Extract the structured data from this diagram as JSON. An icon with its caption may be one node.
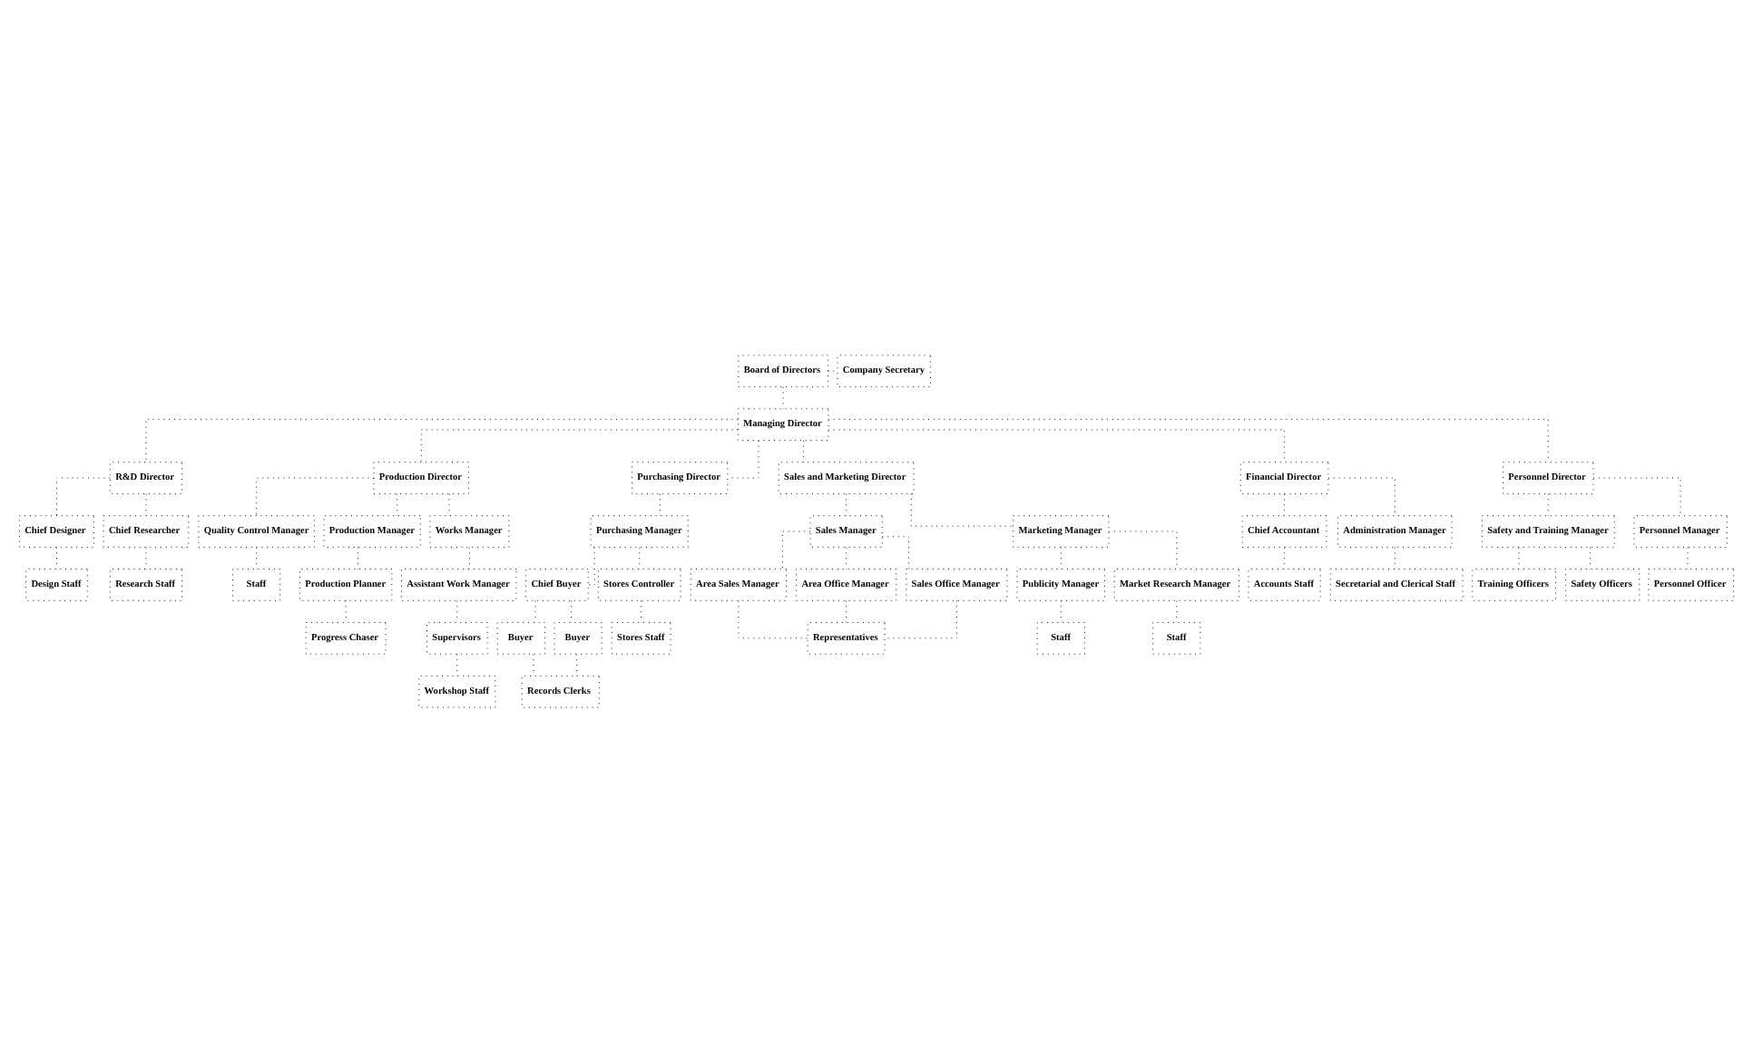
{
  "diagram": {
    "nodes": [
      {
        "text": [
          "Board of Directors"
        ]
      },
      {
        "text": [
          "Company Secretary"
        ]
      },
      {
        "text": [
          "Managing Director"
        ]
      },
      {
        "text": [
          "R&D Director"
        ]
      },
      {
        "text": [
          "Production Director"
        ]
      },
      {
        "text": [
          "Purchasing Director"
        ]
      },
      {
        "text": [
          "Sales and Marketing Director"
        ]
      },
      {
        "text": [
          "Financial Director"
        ]
      },
      {
        "text": [
          "Personnel Director"
        ]
      },
      {
        "text": [
          "Chief Designer"
        ]
      },
      {
        "text": [
          "Chief Researcher"
        ]
      },
      {
        "text": [
          "Quality Control Manager"
        ]
      },
      {
        "text": [
          "Production Manager"
        ]
      },
      {
        "text": [
          "Works Manager"
        ]
      },
      {
        "text": [
          "Purchasing Manager"
        ]
      },
      {
        "text": [
          "Sales Manager"
        ]
      },
      {
        "text": [
          "Marketing Manager"
        ]
      },
      {
        "text": [
          "Chief Accountant"
        ]
      },
      {
        "text": [
          "Administration Manager"
        ]
      },
      {
        "text": [
          "Safety and Training Manager"
        ]
      },
      {
        "text": [
          "Personnel Manager"
        ]
      },
      {
        "text": [
          "Design Staff"
        ]
      },
      {
        "text": [
          "Research Staff"
        ]
      },
      {
        "text": [
          "Staff"
        ]
      },
      {
        "text": [
          "Accounts Staff"
        ]
      },
      {
        "text": [
          "Secretarial and Clerical Staff"
        ]
      },
      {
        "text": [
          "Personnel Officer"
        ]
      },
      {
        "text": [
          "Production Planner"
        ]
      },
      {
        "text": [
          "Assistant Work Manager"
        ]
      },
      {
        "text": [
          "Chief Buyer"
        ]
      },
      {
        "text": [
          "Stores Controller"
        ]
      },
      {
        "text": [
          "Area Sales Manager"
        ]
      },
      {
        "text": [
          "Area Office Manager"
        ]
      },
      {
        "text": [
          "Sales Office Manager"
        ]
      },
      {
        "text": [
          "Publicity Manager"
        ]
      },
      {
        "text": [
          "Market Research Manager"
        ]
      },
      {
        "text": [
          "Progress Chaser"
        ]
      },
      {
        "text": [
          "Supervisors"
        ]
      },
      {
        "text": [
          "Stores Staff"
        ]
      },
      {
        "text": [
          "Representatives"
        ]
      },
      {
        "text": [
          "Staff"
        ]
      },
      {
        "text": [
          "Staff"
        ]
      },
      {
        "text": [
          "Buyer"
        ]
      },
      {
        "text": [
          "Buyer"
        ]
      },
      {
        "text": [
          "Workshop Staff"
        ]
      },
      {
        "text": [
          "Records Clerks"
        ]
      },
      {
        "text": [
          "Training Officers"
        ]
      },
      {
        "text": [
          "Safety Officers"
        ]
      }
    ],
    "edges": [
      {
        "from": 0,
        "to": 1,
        "arrow": "none"
      },
      {
        "from": 0,
        "to": 2,
        "arrow": "none"
      },
      {
        "from": 2,
        "to": 3,
        "arrow": "none"
      },
      {
        "from": 2,
        "to": 4,
        "arrow": "none"
      },
      {
        "from": 2,
        "to": 5,
        "arrow": "none"
      },
      {
        "from": 2,
        "to": 6,
        "arrow": "none"
      },
      {
        "from": 2,
        "to": 7,
        "arrow": "none"
      },
      {
        "from": 2,
        "to": 8,
        "arrow": "none"
      },
      {
        "from": 3,
        "to": 9,
        "arrow": "none"
      },
      {
        "from": 3,
        "to": 10,
        "arrow": "none"
      },
      {
        "from": 4,
        "to": 11,
        "arrow": "none"
      },
      {
        "from": 4,
        "to": 12,
        "arrow": "none"
      },
      {
        "from": 4,
        "to": 13,
        "arrow": "none"
      },
      {
        "from": 5,
        "to": 14,
        "arrow": "none"
      },
      {
        "from": 6,
        "to": 15,
        "arrow": "none"
      },
      {
        "from": 6,
        "to": 16,
        "arrow": "none"
      },
      {
        "from": 7,
        "to": 17,
        "arrow": "none"
      },
      {
        "from": 7,
        "to": 18,
        "arrow": "none"
      },
      {
        "from": 8,
        "to": 19,
        "arrow": "none"
      },
      {
        "from": 8,
        "to": 20,
        "arrow": "none"
      },
      {
        "from": 9,
        "to": 21,
        "arrow": "none"
      },
      {
        "from": 10,
        "to": 22,
        "arrow": "none"
      },
      {
        "from": 11,
        "to": 23,
        "arrow": "none"
      },
      {
        "from": 17,
        "to": 24,
        "arrow": "none"
      },
      {
        "from": 18,
        "to": 25,
        "arrow": "none"
      },
      {
        "from": 20,
        "to": 26,
        "arrow": "none"
      },
      {
        "from": 12,
        "to": 27,
        "arrow": "none"
      },
      {
        "from": 13,
        "to": 28,
        "arrow": "none"
      },
      {
        "from": 14,
        "to": 29,
        "arrow": "none"
      },
      {
        "from": 14,
        "to": 30,
        "arrow": "none"
      },
      {
        "from": 15,
        "to": 31,
        "arrow": "none"
      },
      {
        "from": 15,
        "to": 32,
        "arrow": "none"
      },
      {
        "from": 15,
        "to": 33,
        "arrow": "none"
      },
      {
        "from": 16,
        "to": 34,
        "arrow": "none"
      },
      {
        "from": 16,
        "to": 35,
        "arrow": "none"
      },
      {
        "from": 27,
        "to": 36,
        "arrow": "none"
      },
      {
        "from": 28,
        "to": 37,
        "arrow": "none"
      },
      {
        "from": 30,
        "to": 38,
        "arrow": "none"
      },
      {
        "from": 31,
        "to": 39,
        "arrow": "none"
      },
      {
        "from": 32,
        "to": 39,
        "arrow": "none"
      },
      {
        "from": 33,
        "to": 39,
        "arrow": "none"
      },
      {
        "from": 34,
        "to": 40,
        "arrow": "none"
      },
      {
        "from": 35,
        "to": 41,
        "arrow": "none"
      },
      {
        "from": 29,
        "to": 42,
        "arrow": "none"
      },
      {
        "from": 29,
        "to": 43,
        "arrow": "none"
      },
      {
        "from": 37,
        "to": 44,
        "arrow": "none"
      },
      {
        "from": 42,
        "to": 45,
        "arrow": "none"
      },
      {
        "from": 43,
        "to": 45,
        "arrow": "none"
      },
      {
        "from": 19,
        "to": 46,
        "arrow": "none"
      },
      {
        "from": 19,
        "to": 47,
        "arrow": "none"
      }
    ]
  }
}
